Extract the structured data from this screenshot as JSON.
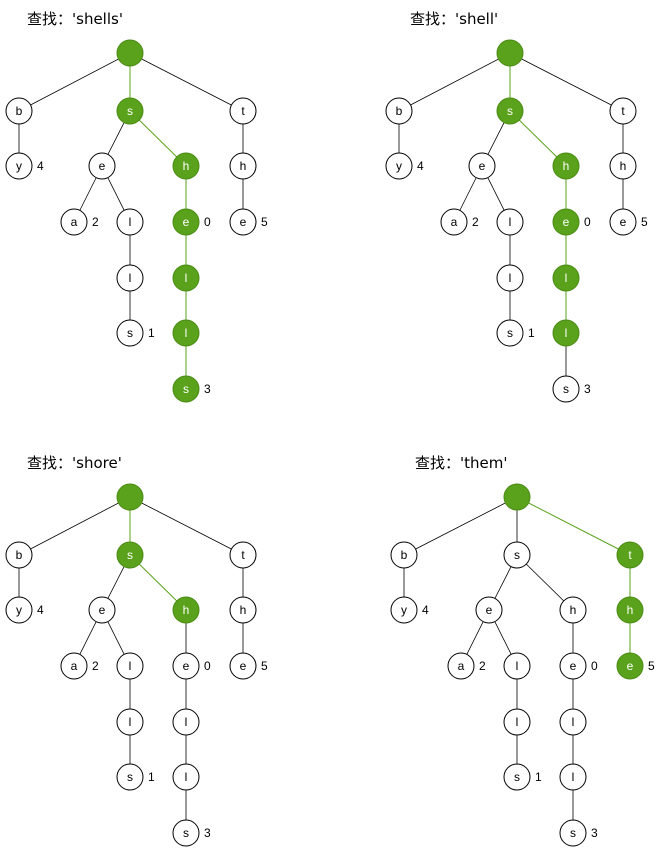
{
  "colors": {
    "highlight": "#5aa21b",
    "highlight_stroke": "#4a8a14",
    "edge": "#000000",
    "node_fill": "#ffffff",
    "node_stroke": "#000000"
  },
  "panels": [
    {
      "title": "查找：'shells'",
      "highlight": [
        "root",
        "s",
        "sh",
        "she",
        "shel",
        "shell",
        "shells"
      ]
    },
    {
      "title": "查找：'shell'",
      "highlight": [
        "root",
        "s",
        "sh",
        "she",
        "shel",
        "shell"
      ]
    },
    {
      "title": "查找：'shore'",
      "highlight": [
        "root",
        "s",
        "sh"
      ]
    },
    {
      "title": "查找：'them'",
      "highlight": [
        "root",
        "t",
        "th",
        "the"
      ]
    }
  ],
  "trie": {
    "nodes": [
      {
        "id": "root",
        "char": "",
        "value": ""
      },
      {
        "id": "b",
        "char": "b",
        "value": ""
      },
      {
        "id": "s",
        "char": "s",
        "value": ""
      },
      {
        "id": "t",
        "char": "t",
        "value": ""
      },
      {
        "id": "by",
        "char": "y",
        "value": "4"
      },
      {
        "id": "se",
        "char": "e",
        "value": ""
      },
      {
        "id": "sh",
        "char": "h",
        "value": ""
      },
      {
        "id": "th",
        "char": "h",
        "value": ""
      },
      {
        "id": "sea",
        "char": "a",
        "value": "2"
      },
      {
        "id": "sel",
        "char": "l",
        "value": ""
      },
      {
        "id": "she",
        "char": "e",
        "value": "0"
      },
      {
        "id": "the",
        "char": "e",
        "value": "5"
      },
      {
        "id": "sell",
        "char": "l",
        "value": ""
      },
      {
        "id": "shel",
        "char": "l",
        "value": ""
      },
      {
        "id": "sells",
        "char": "s",
        "value": "1"
      },
      {
        "id": "shell",
        "char": "l",
        "value": ""
      },
      {
        "id": "shells",
        "char": "s",
        "value": "3"
      }
    ],
    "edges": [
      [
        "root",
        "b"
      ],
      [
        "root",
        "s"
      ],
      [
        "root",
        "t"
      ],
      [
        "b",
        "by"
      ],
      [
        "s",
        "se"
      ],
      [
        "s",
        "sh"
      ],
      [
        "t",
        "th"
      ],
      [
        "se",
        "sea"
      ],
      [
        "se",
        "sel"
      ],
      [
        "sh",
        "she"
      ],
      [
        "th",
        "the"
      ],
      [
        "sel",
        "sell"
      ],
      [
        "she",
        "shel"
      ],
      [
        "sell",
        "sells"
      ],
      [
        "shel",
        "shell"
      ],
      [
        "shell",
        "shells"
      ]
    ]
  }
}
